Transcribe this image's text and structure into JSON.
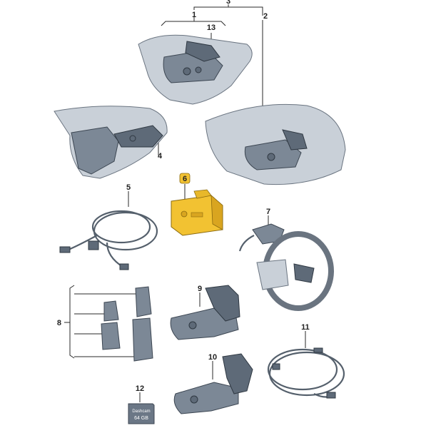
{
  "callouts": {
    "c1": "1",
    "c2": "2",
    "c3": "3",
    "c4": "4",
    "c5": "5",
    "c6": "6",
    "c7": "7",
    "c8": "8",
    "c9": "9",
    "c10": "10",
    "c11": "11",
    "c12": "12",
    "c13": "13"
  },
  "sd_card": {
    "brand": "Dashcam",
    "capacity": "64 GB"
  },
  "highlight_color": "#f2c232",
  "part_color": "#7c8896"
}
